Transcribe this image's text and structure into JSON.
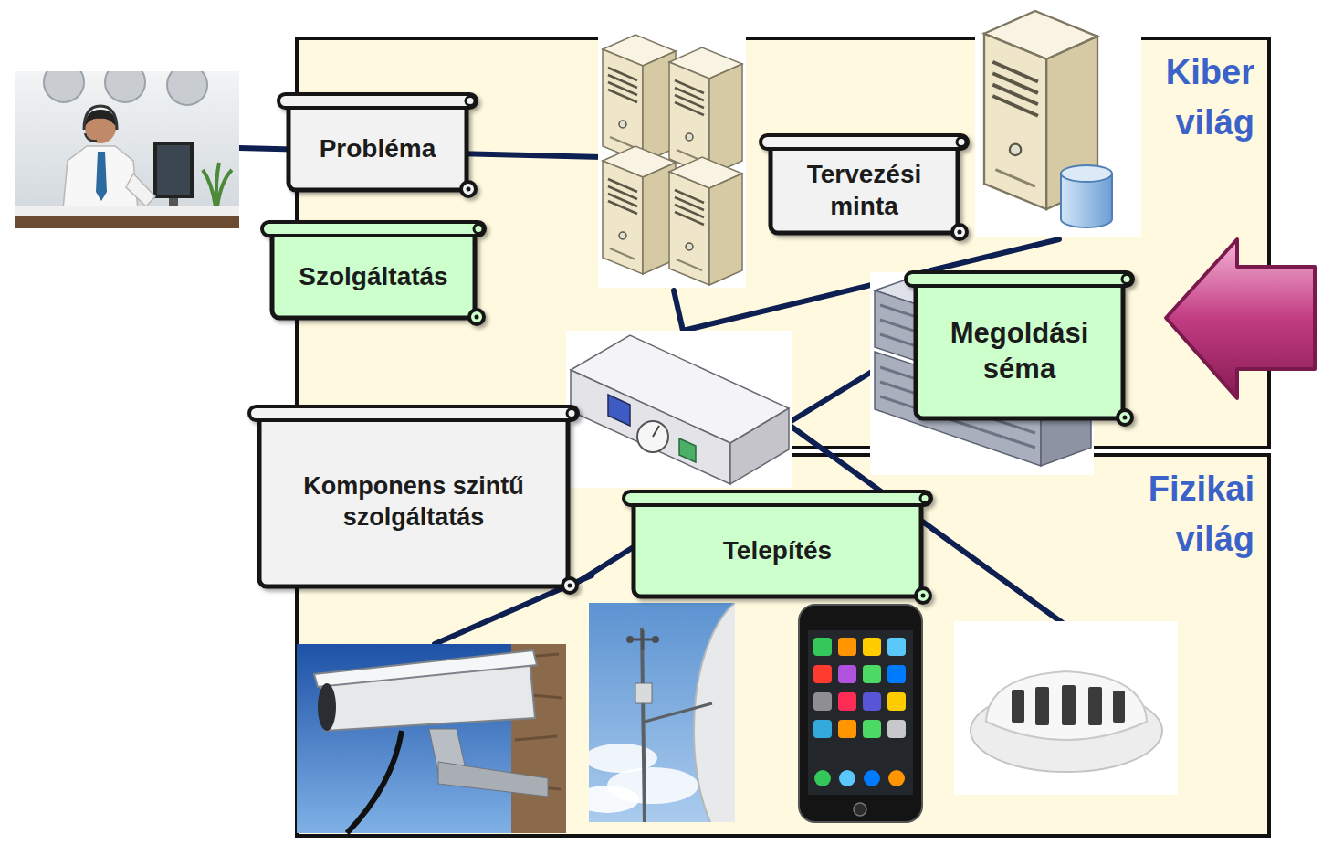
{
  "diagram": {
    "nodes": [
      {
        "text": [
          "Kiber világ"
        ]
      },
      {
        "text": [
          "Probléma"
        ],
        "in": 0
      },
      {
        "text": [
          "Szolgáltatás"
        ],
        "in": 0
      },
      {
        "text": [
          "Tervezési minta"
        ],
        "in": 0
      },
      {
        "text": [
          "Megoldási séma"
        ],
        "in": 0
      },
      {
        "text": [
          "Komponens szintű szolgáltatás"
        ]
      },
      {
        "text": [
          "Fizikai világ"
        ]
      },
      {
        "text": [
          "Telepítés"
        ],
        "in": 6
      }
    ]
  }
}
